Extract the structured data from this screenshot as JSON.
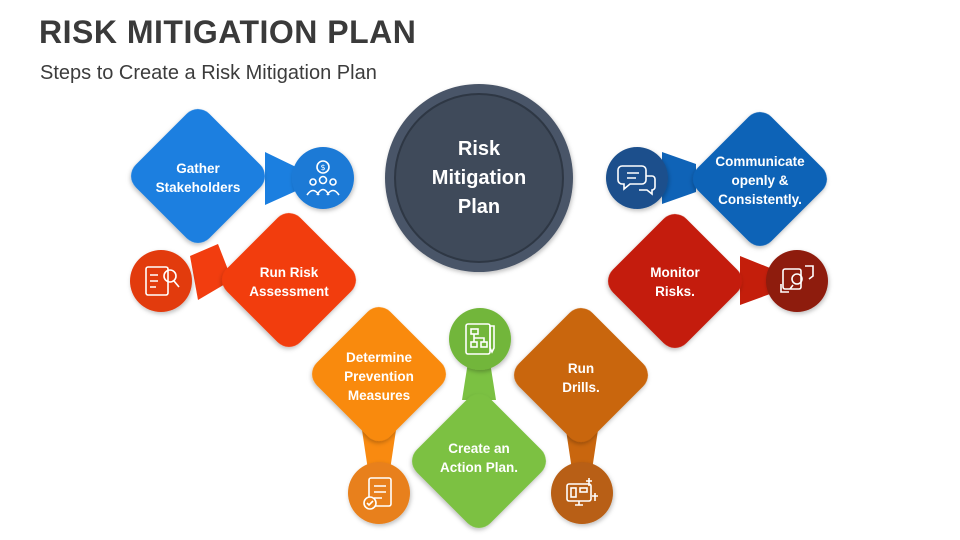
{
  "header": {
    "title": "RISK MITIGATION PLAN",
    "subtitle": "Steps to Create a Risk Mitigation Plan"
  },
  "center": {
    "label": "Risk\nMitigation\nPlan",
    "color": "#3f4a5a"
  },
  "steps": [
    {
      "label": "Gather\nStakeholders",
      "color": "#1b7fe0",
      "icon": "stakeholders-icon"
    },
    {
      "label": "Run Risk\nAssessment",
      "color": "#f23d0f",
      "icon": "risk-assessment-icon"
    },
    {
      "label": "Determine\nPrevention\nMeasures",
      "color": "#f98a10",
      "icon": "document-check-icon"
    },
    {
      "label": "Create an\nAction Plan.",
      "color": "#7bc142",
      "icon": "flowchart-plan-icon"
    },
    {
      "label": "Run\nDrills.",
      "color": "#c9660e",
      "icon": "computer-drill-icon"
    },
    {
      "label": "Monitor\nRisks.",
      "color": "#c41e0b",
      "icon": "monitor-hands-icon"
    },
    {
      "label": "Communicate\nopenly &\nConsistently.",
      "color": "#0f63b7",
      "icon": "chat-bubbles-icon"
    }
  ]
}
